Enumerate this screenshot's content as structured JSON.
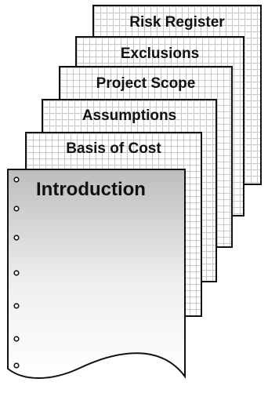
{
  "pages": [
    {
      "label": "Risk Register"
    },
    {
      "label": "Exclusions"
    },
    {
      "label": "Project Scope"
    },
    {
      "label": "Assumptions"
    },
    {
      "label": "Basis of Cost"
    }
  ],
  "front_page": {
    "label": "Introduction"
  },
  "colors": {
    "outline": "#111111",
    "grid": "#c9c9c9",
    "front_gradient_top": "#bdbdbd",
    "front_gradient_bottom": "#ffffff"
  }
}
